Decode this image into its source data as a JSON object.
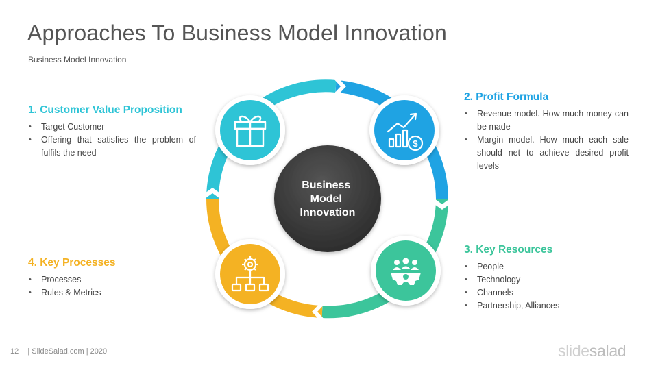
{
  "title": "Approaches To Business Model Innovation",
  "subtitle": "Business Model Innovation",
  "center_label": [
    "Business",
    "Model",
    "Innovation"
  ],
  "blocks": [
    {
      "heading": "1. Customer Value Proposition",
      "bullets": [
        "Target Customer",
        "Offering  that satisfies the problem  of fulfils  the need"
      ],
      "color": "#2ec4d6",
      "icon": "gift-icon"
    },
    {
      "heading": "2. Profit Formula",
      "bullets": [
        "Revenue model.  How much money can be made",
        "Margin model.  How much each sale should net to achieve desired profit levels"
      ],
      "color": "#1fa3e3",
      "icon": "chart-dollar-icon"
    },
    {
      "heading": "3. Key Resources",
      "bullets": [
        "People",
        "Technology",
        "Channels",
        "Partnership,  Alliances"
      ],
      "color": "#3cc59b",
      "icon": "team-gear-icon"
    },
    {
      "heading": "4. Key Processes",
      "bullets": [
        "Processes",
        "Rules & Metrics"
      ],
      "color": "#f4b223",
      "icon": "gear-flow-icon"
    }
  ],
  "footer": {
    "page": "12",
    "text": "| SlideSalad.com | 2020"
  },
  "logo": {
    "part1": "slide",
    "part2": "salad"
  },
  "center_color": "#3a3a3a"
}
